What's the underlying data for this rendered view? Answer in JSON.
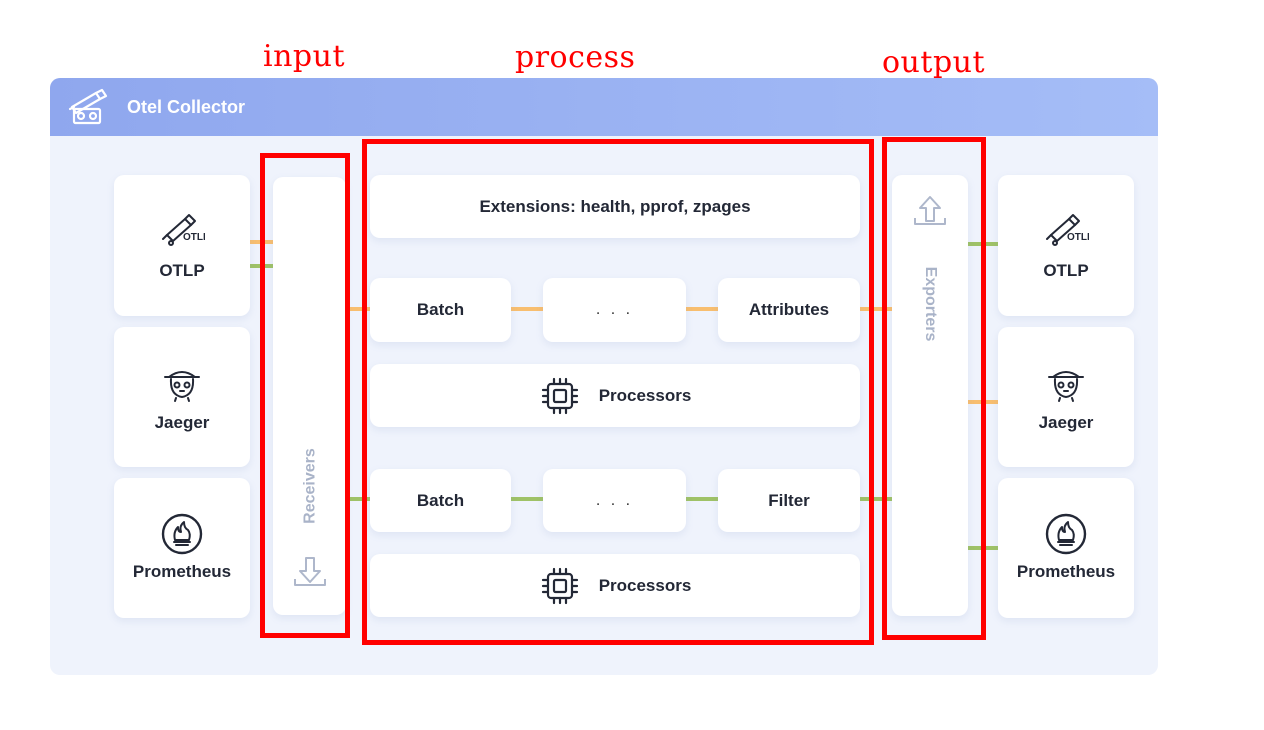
{
  "annotations": {
    "input": "input",
    "process": "process",
    "output": "output"
  },
  "collector": {
    "title": "Otel Collector",
    "logo_icon": "telescope-factory-icon"
  },
  "sources": [
    {
      "label": "OTLP",
      "icon": "otlp-telescope-icon"
    },
    {
      "label": "Jaeger",
      "icon": "jaeger-gopher-icon"
    },
    {
      "label": "Prometheus",
      "icon": "prometheus-flame-icon"
    }
  ],
  "receivers": {
    "label": "Receivers",
    "icon": "arrow-down-icon"
  },
  "extensions": {
    "label": "Extensions: health, pprof, zpages"
  },
  "pipelines": [
    {
      "stages": [
        "Batch",
        ". . .",
        "Attributes"
      ],
      "processors_label": "Processors",
      "color": "#f8be6f"
    },
    {
      "stages": [
        "Batch",
        ". . .",
        "Filter"
      ],
      "processors_label": "Processors",
      "color": "#9fc267"
    }
  ],
  "exporters": {
    "label": "Exporters",
    "icon": "arrow-up-icon"
  },
  "destinations": [
    {
      "label": "OTLP",
      "icon": "otlp-telescope-icon"
    },
    {
      "label": "Jaeger",
      "icon": "jaeger-gopher-icon"
    },
    {
      "label": "Prometheus",
      "icon": "prometheus-flame-icon"
    }
  ],
  "colors": {
    "accent_red": "#ff0000",
    "trace_orange": "#f8be6f",
    "metric_green": "#9fc267",
    "header_blue": "#8fa7ee"
  }
}
